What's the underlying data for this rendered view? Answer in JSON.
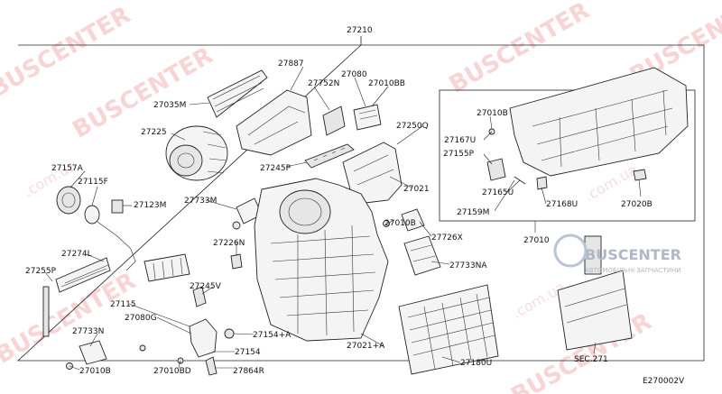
{
  "diagram": {
    "assembly_label": "27210",
    "diagram_code": "E270002V",
    "parts": [
      {
        "id": "p27887",
        "number": "27887"
      },
      {
        "id": "p27080",
        "number": "27080"
      },
      {
        "id": "p27752N",
        "number": "27752N"
      },
      {
        "id": "p27010BB",
        "number": "27010BB"
      },
      {
        "id": "p27035M",
        "number": "27035M"
      },
      {
        "id": "p27225",
        "number": "27225"
      },
      {
        "id": "p27250Q",
        "number": "27250Q"
      },
      {
        "id": "p27245P",
        "number": "27245P"
      },
      {
        "id": "p27021",
        "number": "27021"
      },
      {
        "id": "p27157A",
        "number": "27157A"
      },
      {
        "id": "p27115F",
        "number": "27115F"
      },
      {
        "id": "p27123M",
        "number": "27123M"
      },
      {
        "id": "p27733M",
        "number": "27733M"
      },
      {
        "id": "p27010B_mid",
        "number": "27010B"
      },
      {
        "id": "p27726X",
        "number": "27726X"
      },
      {
        "id": "p27226N",
        "number": "27226N"
      },
      {
        "id": "p27274L",
        "number": "27274L"
      },
      {
        "id": "p27255P",
        "number": "27255P"
      },
      {
        "id": "p27733NA",
        "number": "27733NA"
      },
      {
        "id": "p27245V",
        "number": "27245V"
      },
      {
        "id": "p27115",
        "number": "27115"
      },
      {
        "id": "p27080G",
        "number": "27080G"
      },
      {
        "id": "p27733N",
        "number": "27733N"
      },
      {
        "id": "p27154A",
        "number": "27154+A"
      },
      {
        "id": "p27154",
        "number": "27154"
      },
      {
        "id": "p27021A",
        "number": "27021+A"
      },
      {
        "id": "p27180U",
        "number": "27180U"
      },
      {
        "id": "p27010B_bot",
        "number": "27010B"
      },
      {
        "id": "p27010BD",
        "number": "27010BD"
      },
      {
        "id": "p27864R",
        "number": "27864R"
      },
      {
        "id": "p27010",
        "number": "27010"
      }
    ],
    "inset": {
      "parts": [
        {
          "id": "i27010B",
          "number": "27010B"
        },
        {
          "id": "i27167U",
          "number": "27167U"
        },
        {
          "id": "i27155P",
          "number": "27155P"
        },
        {
          "id": "i27165U",
          "number": "27165U"
        },
        {
          "id": "i27168U",
          "number": "27168U"
        },
        {
          "id": "i27159M",
          "number": "27159M"
        },
        {
          "id": "i27020B",
          "number": "27020B"
        }
      ]
    },
    "section_ref": "SEC.271"
  },
  "watermark": {
    "brand": "BUSCENTER",
    "domain": "BUSCENTER.com.ua",
    "site": ".com.ua",
    "tagline": "АВТОМОБІЛЬНІ ЗАПЧАСТИНИ"
  }
}
